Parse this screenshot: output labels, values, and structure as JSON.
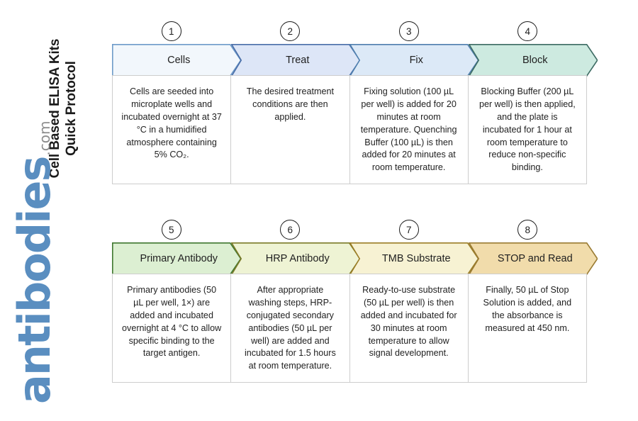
{
  "title": {
    "line1": "Cell Based ELISA Kits",
    "line2": "Quick Protocol"
  },
  "logo": {
    "word": "antibodies",
    "suffix": ".com",
    "color": "#5a8ec0"
  },
  "rows": [
    {
      "id": "row-1",
      "steps": [
        {
          "number": "1",
          "label": "Cells",
          "fill": "#f2f7fc",
          "stroke": "#6e9bc9",
          "body": "Cells are seeded into microplate wells and incubated overnight at 37 °C in a humidified atmosphere containing 5% CO₂."
        },
        {
          "number": "2",
          "label": "Treat",
          "fill": "#dde6f7",
          "stroke": "#4a6ea8",
          "body": "The desired treatment conditions are then applied."
        },
        {
          "number": "3",
          "label": "Fix",
          "fill": "#dce9f7",
          "stroke": "#4f7fae",
          "body": "Fixing solution (100 µL per well) is added for 20 minutes at room temperature. Quenching Buffer (100 µL) is then added for 20 minutes at room temperature."
        },
        {
          "number": "4",
          "label": "Block",
          "fill": "#cdeae0",
          "stroke": "#3d6b63",
          "body": "Blocking Buffer (200 µL per well) is then applied, and the plate is incubated for 1 hour at room temperature to reduce non-specific binding."
        }
      ]
    },
    {
      "id": "row-2",
      "steps": [
        {
          "number": "5",
          "label": "Primary Antibody",
          "fill": "#dcefd2",
          "stroke": "#3f7730",
          "body": "Primary antibodies (50 µL per well, 1×) are added and incubated overnight at 4 °C to allow specific binding to the target antigen."
        },
        {
          "number": "6",
          "label": "HRP Antibody",
          "fill": "#eef3d4",
          "stroke": "#7b7a28",
          "body": "After appropriate washing steps, HRP-conjugated secondary antibodies (50 µL per well) are added and incubated for 1.5 hours at room temperature."
        },
        {
          "number": "7",
          "label": "TMB Substrate",
          "fill": "#f7f2d3",
          "stroke": "#9b7d26",
          "body": "Ready-to-use substrate (50 µL per well) is then added and incubated for 30 minutes at room temperature to allow signal development."
        },
        {
          "number": "8",
          "label": "STOP and Read",
          "fill": "#f1dcab",
          "stroke": "#9a7b33",
          "body": "Finally, 50 µL of Stop Solution is added, and the absorbance is measured at 450 nm."
        }
      ]
    }
  ]
}
